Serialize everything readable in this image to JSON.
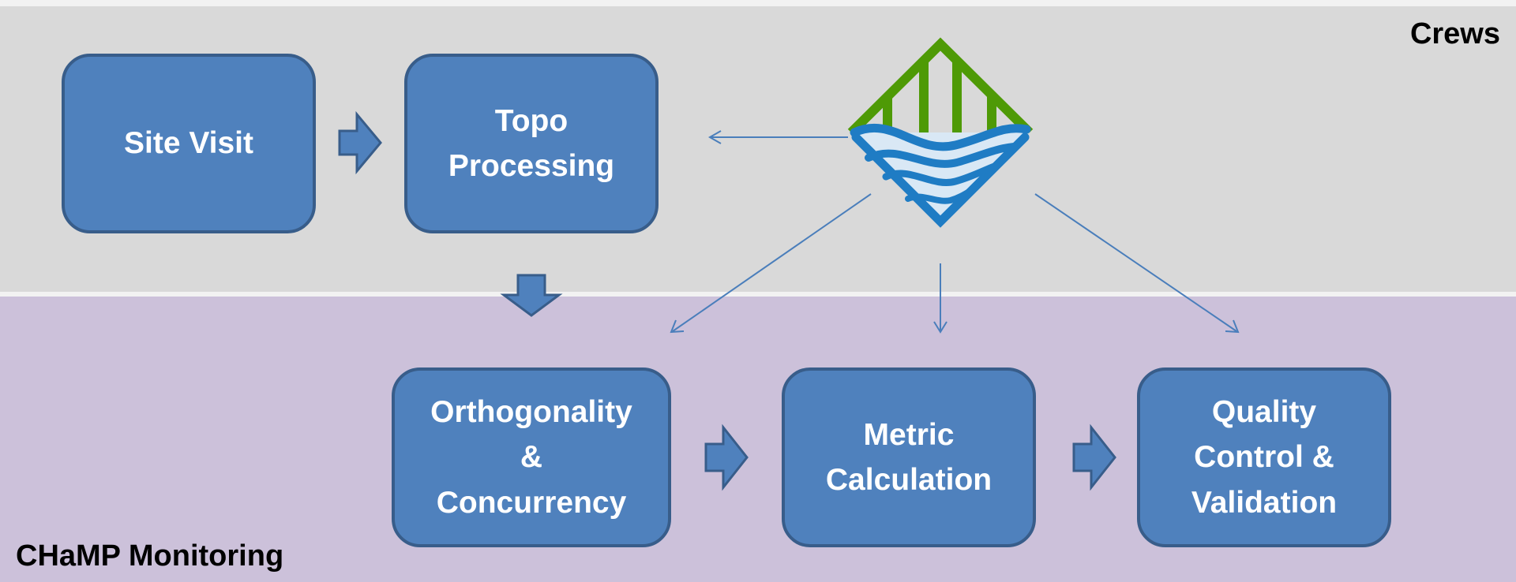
{
  "lanes": {
    "crews": "Crews",
    "monitoring": "CHaMP Monitoring"
  },
  "steps": {
    "site_visit": "Site Visit",
    "topo_processing": "Topo\nProcessing",
    "orthogonality": "Orthogonality\n&\nConcurrency",
    "metric_calculation": "Metric\nCalculation",
    "quality_control": "Quality\nControl &\nValidation"
  },
  "colors": {
    "crews_lane": "#d9d9d9",
    "monitoring_lane": "#ccc1da",
    "box_fill": "#4f81bd",
    "box_border": "#385d8a",
    "logo_green": "#4e9a06",
    "logo_blue": "#1f7cc4"
  },
  "icons": {
    "logo": "champ-river-logo-icon"
  }
}
